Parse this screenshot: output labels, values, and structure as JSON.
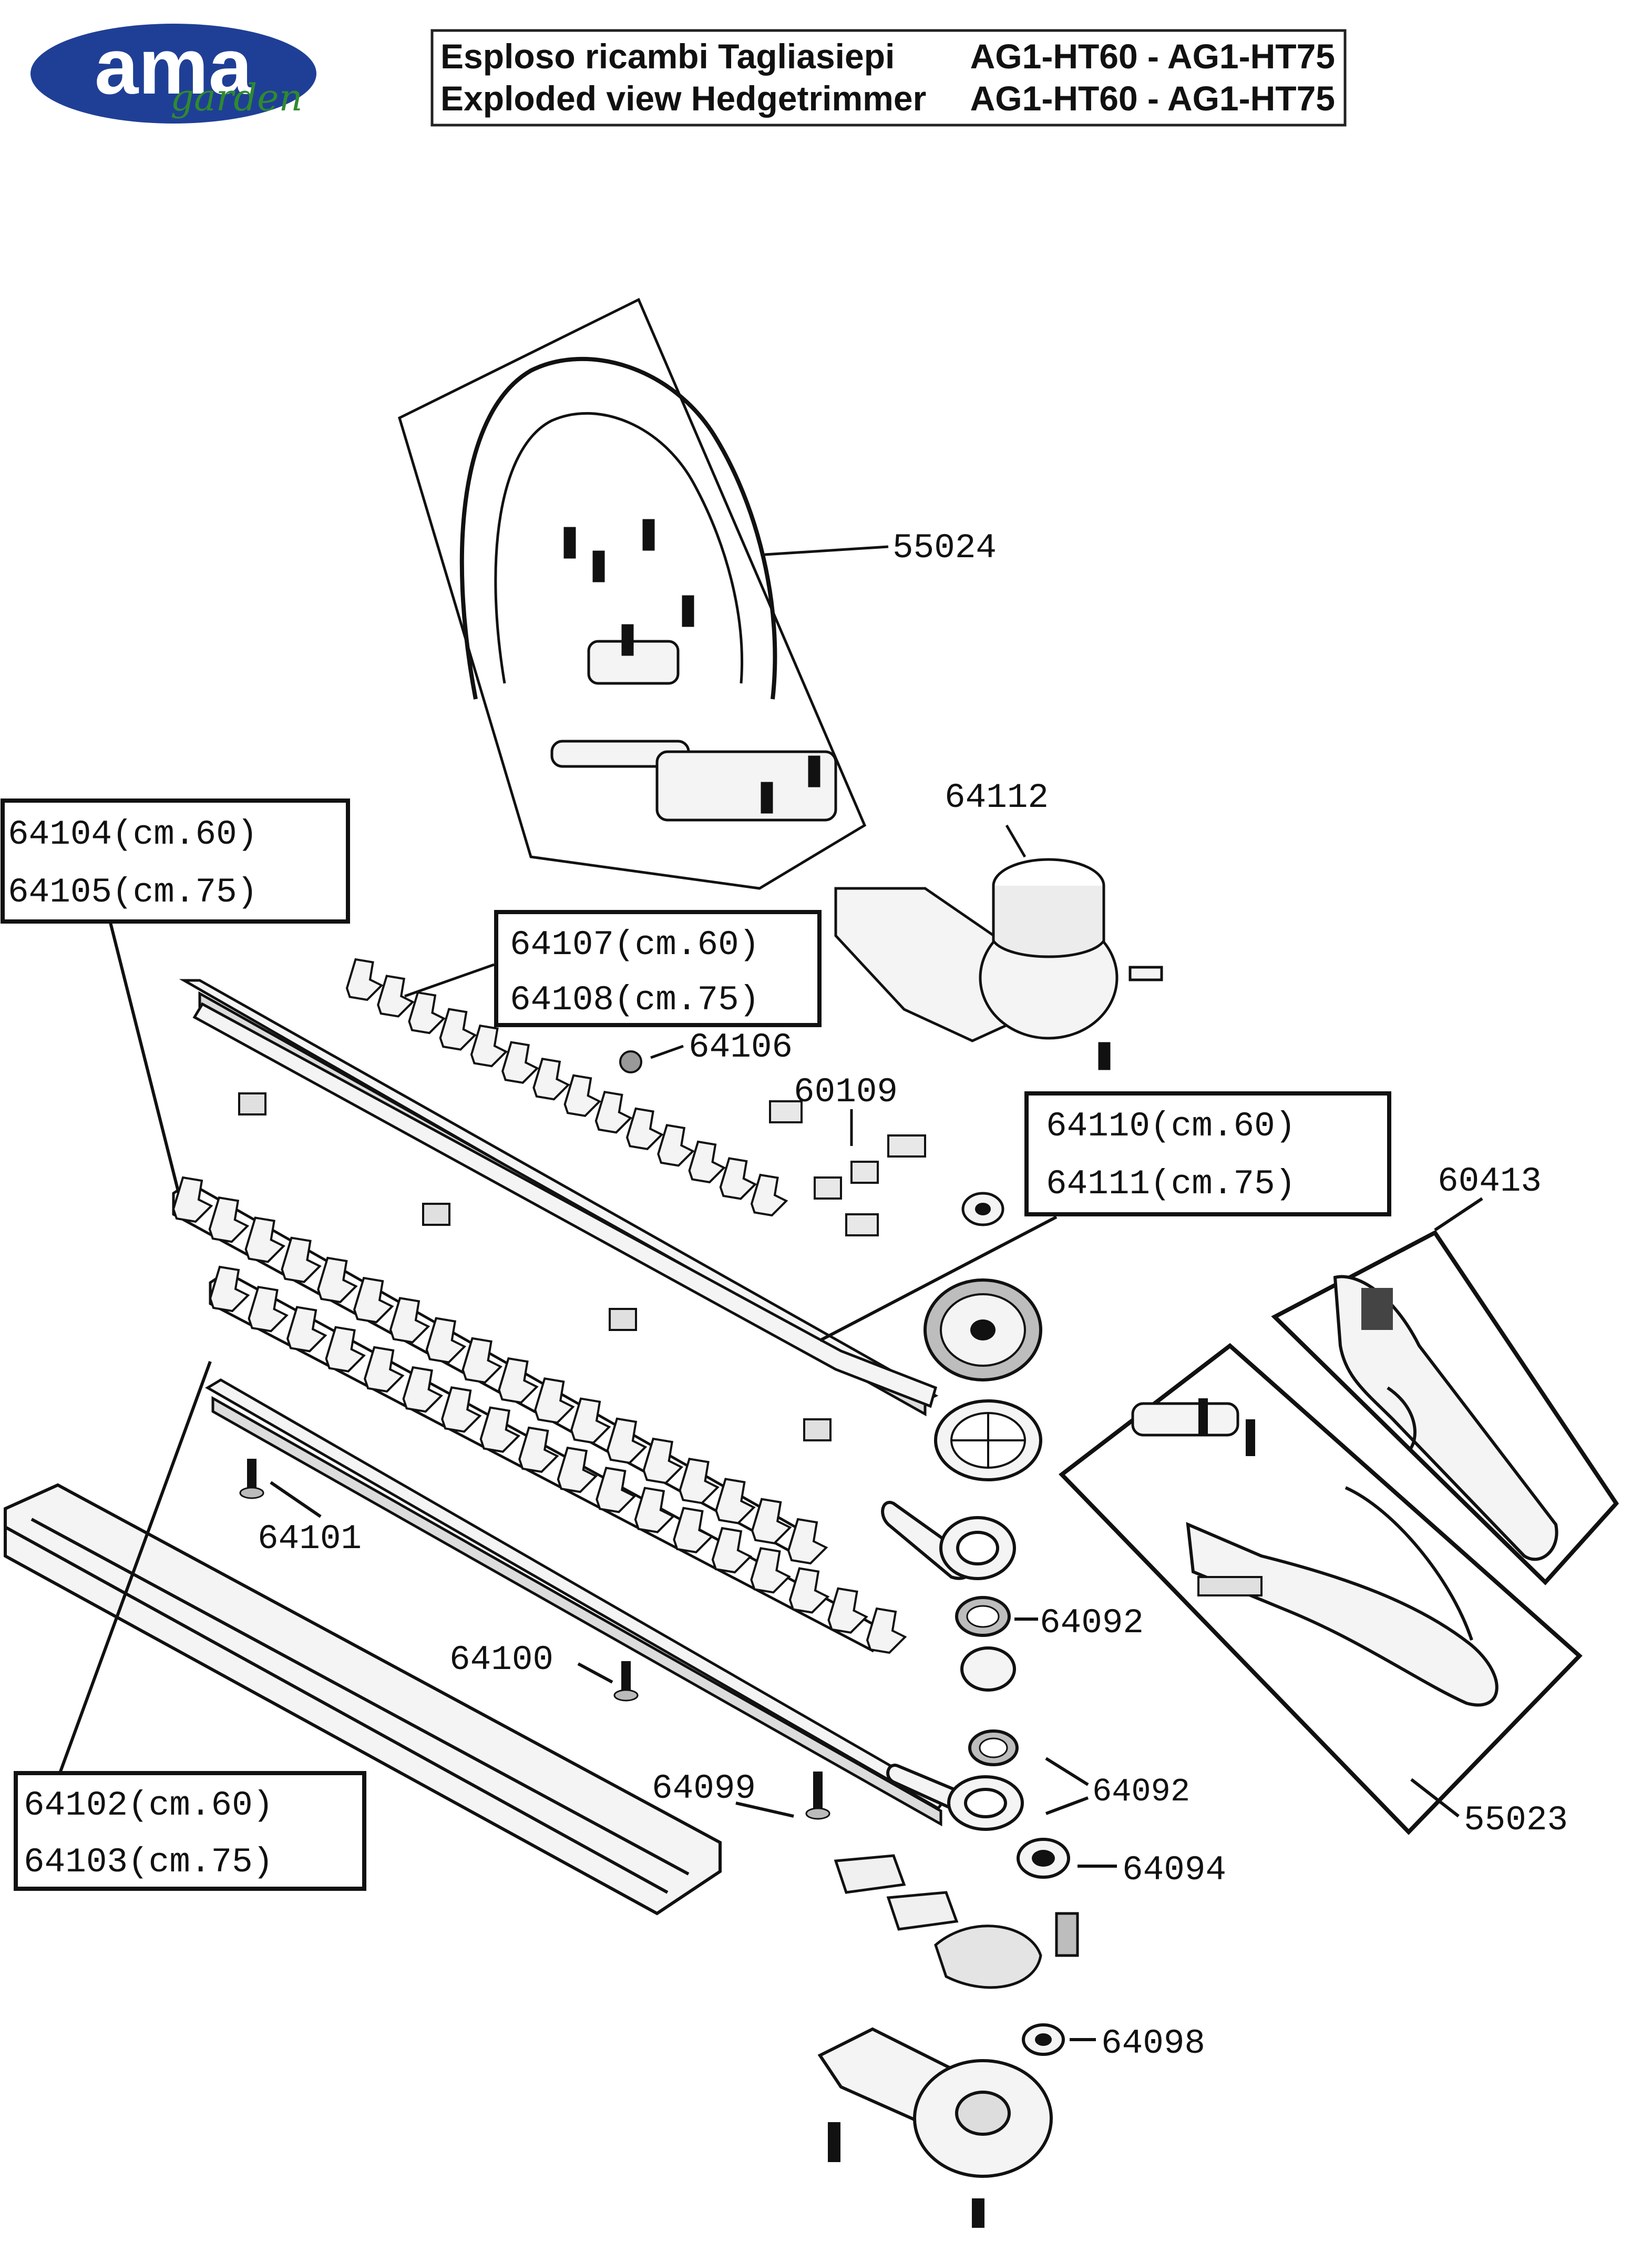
{
  "brand": {
    "logo_text": "ama",
    "logo_script": "garden",
    "colors": {
      "oval": "#1f3f96",
      "script": "#2f8a2f"
    }
  },
  "title": {
    "line1_prefix": "Esploso ricambi Tagliasiepi",
    "line1_models": "AG1-HT60 - AG1-HT75",
    "line2_prefix": "Exploded view Hedgetrimmer",
    "line2_models": "AG1-HT60 - AG1-HT75"
  },
  "part_labels": {
    "p55024": "55024",
    "p64112": "64112",
    "p64104": "64104(cm.60)",
    "p64105": "64105(cm.75)",
    "p64107": "64107(cm.60)",
    "p64108": "64108(cm.75)",
    "p64106": "64106",
    "p60109": "60109",
    "p64110": "64110(cm.60)",
    "p64111": "64111(cm.75)",
    "p60413": "60413",
    "p64101": "64101",
    "p64100": "64100",
    "p64092a": "64092",
    "p64092b": "64092",
    "p64099": "64099",
    "p55023": "55023",
    "p64094": "64094",
    "p64098": "64098",
    "p64102": "64102(cm.60)",
    "p64103": "64103(cm.75)"
  },
  "colors": {
    "ink": "#111111",
    "part_fill": "#f4f4f4",
    "shade": "#bdbdbd"
  }
}
